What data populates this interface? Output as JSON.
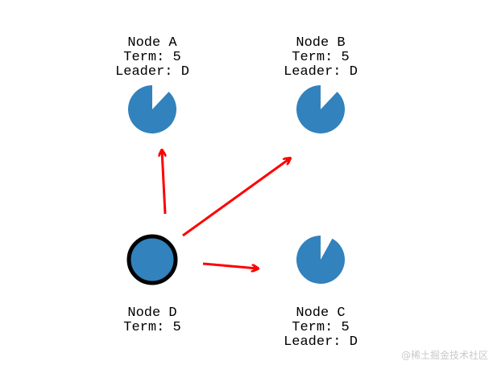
{
  "colors": {
    "node_fill": "#3182bd",
    "leader_stroke": "#000000",
    "arrow": "#ff0000",
    "text": "#000000",
    "watermark": "#c9c9c9"
  },
  "nodes": {
    "a": {
      "name": "Node A",
      "term": "Term: 5",
      "leader": "Leader: D",
      "role": "follower",
      "timeout_remaining": 0.88
    },
    "b": {
      "name": "Node B",
      "term": "Term: 5",
      "leader": "Leader: D",
      "role": "follower",
      "timeout_remaining": 0.88
    },
    "c": {
      "name": "Node C",
      "term": "Term: 5",
      "leader": "Leader: D",
      "role": "follower",
      "timeout_remaining": 0.92
    },
    "d": {
      "name": "Node D",
      "term": "Term: 5",
      "role": "leader"
    }
  },
  "messages": [
    {
      "from": "Node D",
      "to": "Node A"
    },
    {
      "from": "Node D",
      "to": "Node B"
    },
    {
      "from": "Node D",
      "to": "Node C"
    }
  ],
  "watermark": "@稀土掘金技术社区"
}
